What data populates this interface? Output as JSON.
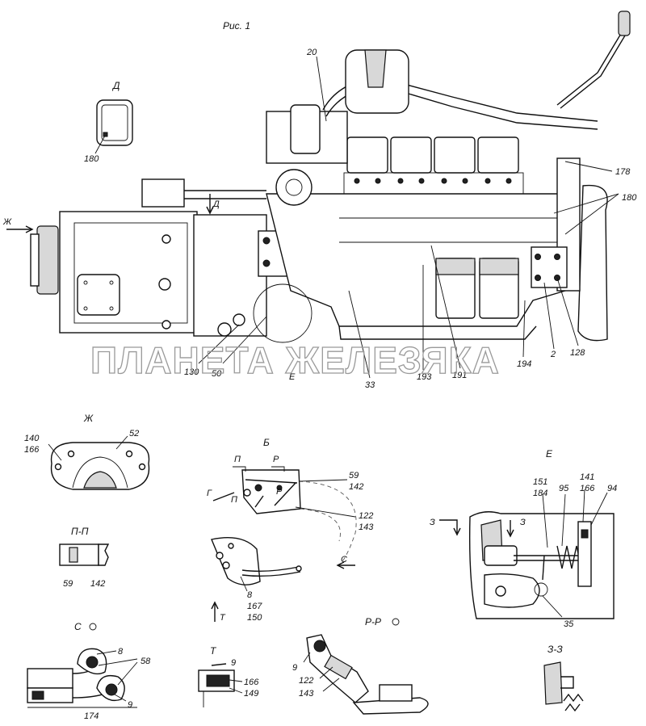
{
  "title": "Рис. 1",
  "watermark": "ПЛАНЕТА ЖЕЛЕЗЯКА",
  "main_view": {
    "labels": {
      "l20": "20",
      "l178": "178",
      "l180a": "180",
      "l180b": "180",
      "l128": "128",
      "l2": "2",
      "l194": "194",
      "l191": "191",
      "l193": "193",
      "l33": "33",
      "l50": "50",
      "l130": "130",
      "lE": "Е",
      "lD": "Д",
      "lZh": "Ж"
    }
  },
  "views": {
    "d": {
      "title": "Д",
      "labels": [
        "180"
      ]
    },
    "zh": {
      "title": "Ж",
      "labels": [
        "140",
        "166",
        "52"
      ]
    },
    "pp": {
      "title": "П-П",
      "labels": [
        "59",
        "142"
      ]
    },
    "b": {
      "title": "Б",
      "labels": [
        "59",
        "142",
        "122",
        "143",
        "8",
        "167",
        "150"
      ],
      "markers": [
        "П",
        "Р",
        "Г",
        "П",
        "Р",
        "С",
        "Т"
      ]
    },
    "e": {
      "title": "Е",
      "labels": [
        "151",
        "184",
        "95",
        "141",
        "166",
        "94",
        "35"
      ],
      "markers": [
        "З",
        "З"
      ]
    },
    "c": {
      "title": "С",
      "labels": [
        "8",
        "58",
        "9",
        "174"
      ]
    },
    "t": {
      "title": "Т",
      "labels": [
        "9",
        "166",
        "149"
      ]
    },
    "rr": {
      "title": "Р-Р",
      "labels": [
        "9",
        "122",
        "143"
      ]
    },
    "zz": {
      "title": "З-З"
    }
  }
}
